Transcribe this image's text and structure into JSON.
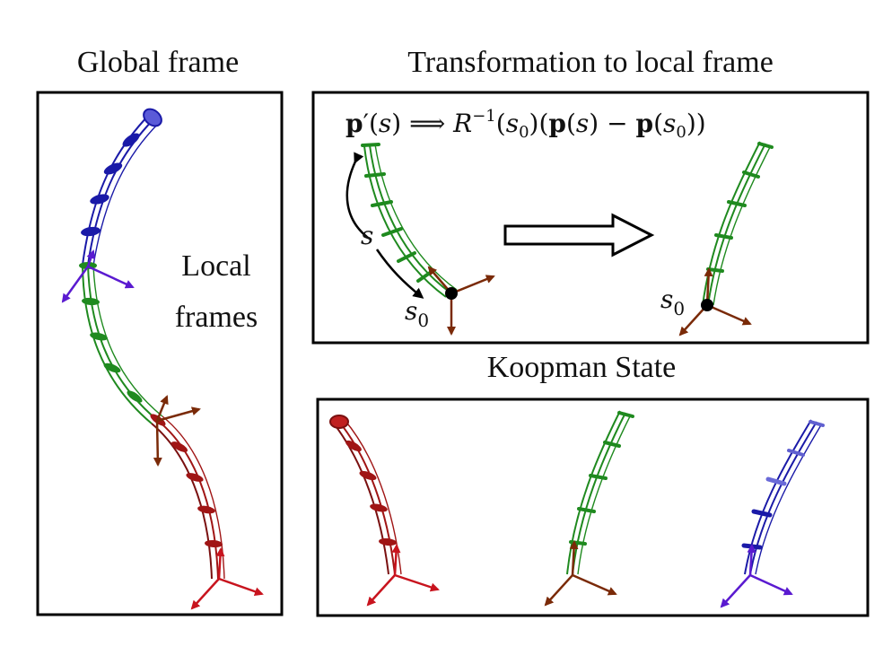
{
  "titles": {
    "global": "Global frame",
    "transform": "Transformation to local frame",
    "koopman": "Koopman State"
  },
  "labels": {
    "local_line1": "Local",
    "local_line2": "frames",
    "s": "s",
    "s0_base": "s",
    "s0_sub": "0"
  },
  "equation": {
    "p": "p",
    "prime": "′",
    "s": "s",
    "arrow": "⟹",
    "R": "R",
    "inv": "−1",
    "s0": "s",
    "zero": "0",
    "minus": "−"
  },
  "colors": {
    "blue": "#1a1aa8",
    "green": "#1f8a1f",
    "red": "#a01515",
    "brown": "#7a2a08",
    "violet": "#5a1ad0",
    "black": "#000000"
  }
}
